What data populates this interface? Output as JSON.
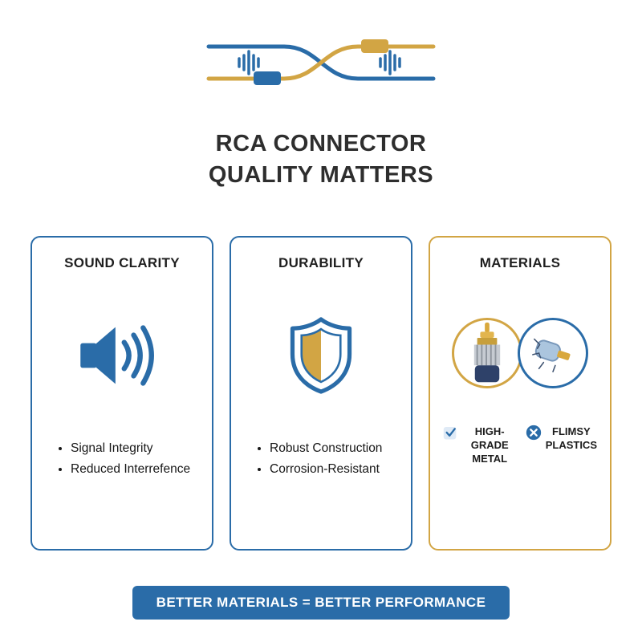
{
  "colors": {
    "blue": "#2a6ca8",
    "gold": "#d2a544",
    "text_dark": "#2e2e2e",
    "white": "#ffffff"
  },
  "title": {
    "line1": "RCA CONNECTOR",
    "line2": "QUALITY MATTERS"
  },
  "cards": [
    {
      "title": "SOUND CLARITY",
      "icon": "speaker-icon",
      "bullets": [
        "Signal Integrity",
        "Reduced Interrefence"
      ]
    },
    {
      "title": "DURABILITY",
      "icon": "shield-icon",
      "bullets": [
        "Robust Construction",
        "Corrosion-Resistant"
      ]
    },
    {
      "title": "MATERIALS",
      "good": {
        "icon": "check-icon",
        "label": "HIGH-GRADE\nMETAL"
      },
      "bad": {
        "icon": "cross-icon",
        "label": "FLIMSY\nPLASTICS"
      }
    }
  ],
  "banner": {
    "text": "BETTER MATERIALS = BETTER PERFORMANCE"
  }
}
